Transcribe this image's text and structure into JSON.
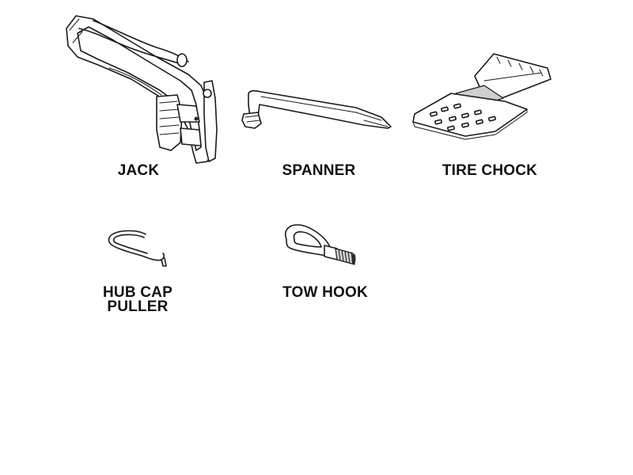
{
  "tools": [
    {
      "id": "jack",
      "label": "JACK",
      "icon": "jack-icon"
    },
    {
      "id": "spanner",
      "label": "SPANNER",
      "icon": "spanner-icon"
    },
    {
      "id": "tire-chock",
      "label": "TIRE CHOCK",
      "icon": "tire-chock-icon"
    },
    {
      "id": "hub-cap-puller",
      "label_lines": [
        "HUB CAP",
        "PULLER"
      ],
      "icon": "hub-cap-puller-icon"
    },
    {
      "id": "tow-hook",
      "label": "TOW HOOK",
      "icon": "tow-hook-icon"
    }
  ]
}
